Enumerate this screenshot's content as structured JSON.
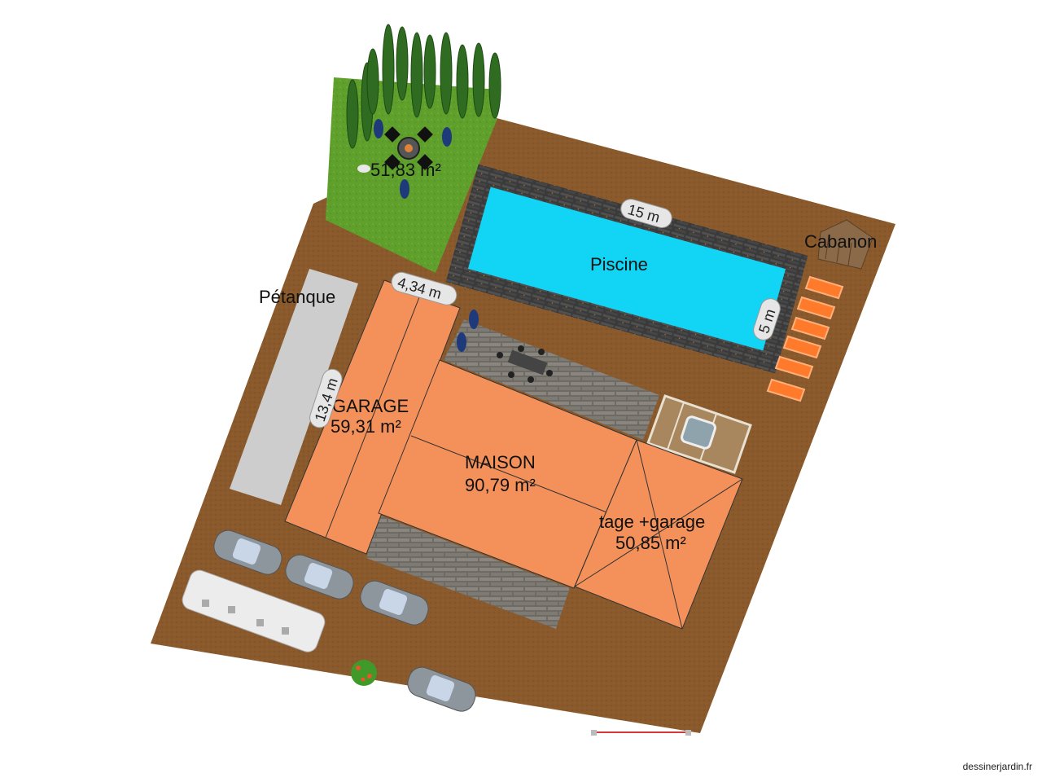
{
  "labels": {
    "lawn_area": "51,83 m²",
    "pool": "Piscine",
    "shed": "Cabanon",
    "petanque": "Pétanque",
    "garage_name": "GARAGE",
    "garage_area": "59,31 m²",
    "house_name": "MAISON",
    "house_area": "90,79 m²",
    "annex_name": "tage +garage",
    "annex_area": "50,85 m²"
  },
  "dimensions": {
    "pool_length": "15 m",
    "pool_width": "5 m",
    "garage_width": "4,34 m",
    "petanque_length": "13,4 m"
  },
  "credit": "dessinerjardin.fr",
  "colors": {
    "soil": "#8a5a2c",
    "lawn": "#5f9f2c",
    "pool_water": "#12d5f5",
    "pool_border": "#3a3a3a",
    "roof": "#f4915a",
    "petanque": "#cdcdcd",
    "terrace": "#7a7670"
  }
}
